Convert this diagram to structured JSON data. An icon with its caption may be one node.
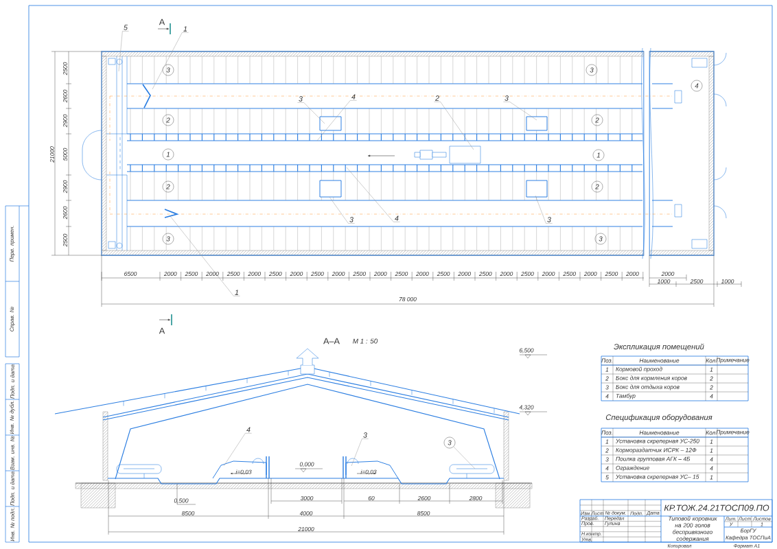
{
  "diagram": {
    "nodes": [
      {
        "text": [
          "5"
        ]
      },
      {
        "text": [
          "1"
        ]
      },
      {
        "text": [
          "3"
        ]
      },
      {
        "text": [
          "3"
        ]
      },
      {
        "text": [
          "4"
        ]
      },
      {
        "text": [
          "2"
        ]
      },
      {
        "text": [
          "2"
        ]
      },
      {
        "text": [
          "1"
        ]
      },
      {
        "text": [
          "1"
        ]
      },
      {
        "text": [
          "2"
        ]
      },
      {
        "text": [
          "2"
        ]
      },
      {
        "text": [
          "3"
        ]
      },
      {
        "text": [
          "3"
        ]
      },
      {
        "text": [
          "3"
        ]
      },
      {
        "text": [
          "4"
        ]
      },
      {
        "text": [
          "2"
        ]
      },
      {
        "text": [
          "3"
        ]
      },
      {
        "text": [
          "3"
        ]
      },
      {
        "text": [
          "4"
        ]
      },
      {
        "text": [
          "3"
        ]
      },
      {
        "text": [
          "1"
        ]
      },
      {
        "text": [
          "4"
        ]
      },
      {
        "text": [
          "3"
        ]
      },
      {
        "text": [
          "3"
        ]
      }
    ],
    "edges": [
      {
        "from": 0,
        "to": null,
        "arrow": "none"
      },
      {
        "from": 1,
        "to": null,
        "arrow": "none"
      },
      {
        "from": 13,
        "to": null,
        "arrow": "none"
      },
      {
        "from": 14,
        "to": null,
        "arrow": "none"
      },
      {
        "from": 15,
        "to": null,
        "arrow": "none"
      },
      {
        "from": 16,
        "to": null,
        "arrow": "none"
      },
      {
        "from": 17,
        "to": null,
        "arrow": "none"
      },
      {
        "from": 18,
        "to": null,
        "arrow": "none"
      },
      {
        "from": 19,
        "to": null,
        "arrow": "none"
      },
      {
        "from": 20,
        "to": null,
        "arrow": "none"
      },
      {
        "from": 21,
        "to": null,
        "arrow": "none"
      },
      {
        "from": 22,
        "to": null,
        "arrow": "none"
      },
      {
        "from": 23,
        "to": null,
        "arrow": "none"
      }
    ],
    "labels": [
      "А",
      "2500",
      "2600",
      "2900",
      "21000",
      "5000",
      "2900",
      "2600",
      "2500",
      "6500",
      "2000",
      "2500",
      "2000",
      "2500",
      "2000",
      "2500",
      "2000",
      "2500",
      "2000",
      "2500",
      "2000",
      "2500",
      "2000",
      "2500",
      "2000",
      "2500",
      "2000",
      "2500",
      "2000",
      "2500",
      "2000",
      "2500",
      "2000",
      "2000",
      "1000",
      "2500",
      "1000",
      "78 000",
      "А",
      "А–А",
      "М 1 : 50",
      "6,500",
      "4,320",
      "0,000",
      "i=0,03",
      "i=0,03",
      "0,500",
      "3000",
      "60",
      "2600",
      "2800",
      "8500",
      "4000",
      "8500",
      "21000",
      "Экспликация помещений",
      "Поз.",
      "Наименование",
      "Кол.",
      "Примечание",
      "1",
      "Кормовой проход",
      "1",
      "2",
      "Бокс для кормления коров",
      "2",
      "3",
      "Бокс для отдыха коров",
      "2",
      "4",
      "Тамбур",
      "4",
      "Спецификация оборудования",
      "Поз.",
      "Наименование",
      "Кол.",
      "Примечание",
      "1",
      "Установка скреперная УС-250",
      "1",
      "2",
      "Кормораздатчик ИСРК – 12Ф",
      "1",
      "3",
      "Поилка групповая АГК – 4Б",
      "4",
      "4",
      "Ограждение",
      "4",
      "5",
      "Установка скреперная УС– 15",
      "1",
      "Изм.",
      "Лист",
      "№ докум.",
      "Подп.",
      "Дата",
      "Разраб.",
      "Передал",
      "Пров.",
      "Гулина",
      "Н.контр.",
      "Утв.",
      "КР.ТОЖ.24.21ТОСП09.ПО",
      "Типовой коровник на 200 голов беспривязного содержания",
      "Лит.",
      "Лист",
      "Листов",
      "У",
      "1",
      "БорГУ",
      "Кафедра ТОСПиА",
      "Копировал",
      "Формат А1",
      "Перв. примен.",
      "Справ. №",
      "Подп. и дата",
      "Инв. № дубл.",
      "Взам. инв. №",
      "Подп. и дата",
      "Инв. № подл."
    ]
  }
}
